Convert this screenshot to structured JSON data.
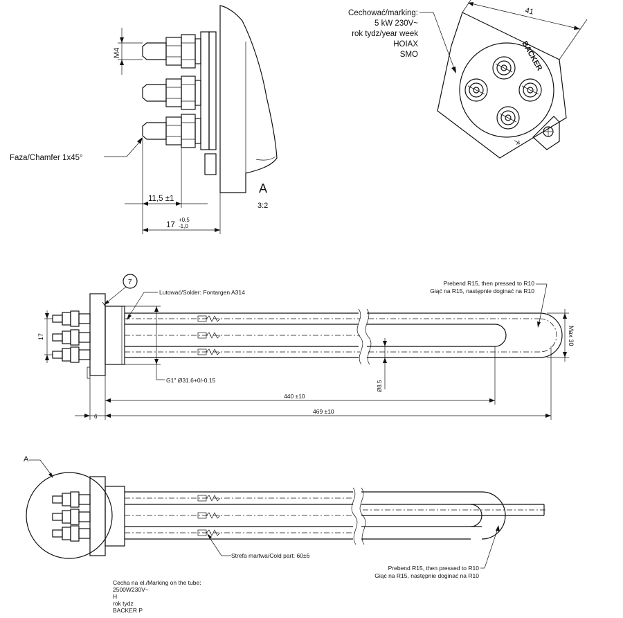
{
  "detail_a": {
    "thread_label": "M4",
    "chamfer_label": "Faza/Chamfer 1x45°",
    "dim_115": "11,5 ±1",
    "dim_17_main": "17",
    "dim_17_upper": "+0,5",
    "dim_17_lower": "-1,0",
    "view_letter": "A",
    "view_scale": "3:2"
  },
  "top_view": {
    "marking_lines": [
      "Cechować/marking:",
      "5 kW 230V~",
      "rok tydz/year week",
      "HOIAX",
      "SMO"
    ],
    "dim_41": "41",
    "brand": "BACKER"
  },
  "side_view": {
    "callout_7": "7",
    "solder_label": "Lutować/Solder: Fontargen A314",
    "prebend_en": "Prebend R15, then pressed to R10",
    "prebend_pl": "Giąć na R15, następnie doginać na R10",
    "dim_17": "17",
    "max30": "Max 30",
    "thread_g1": "G1\" Ø31.6+0/-0.15",
    "dim_d85": "Ø8.5",
    "dim_440": "440 ±10",
    "dim_469": "469 ±10",
    "dim_6": "6"
  },
  "bottom_view": {
    "detail_letter": "A",
    "cold_part": "Strefa martwa/Cold part: 60±6",
    "prebend_en": "Prebend R15, then pressed to R10",
    "prebend_pl": "Giąć na R15, następnie doginać na R10"
  },
  "tube_marking": {
    "lines": [
      "Cecha na el./Marking on the tube:",
      "2500W230V~",
      "H",
      "rok tydz",
      "BACKER P"
    ]
  }
}
